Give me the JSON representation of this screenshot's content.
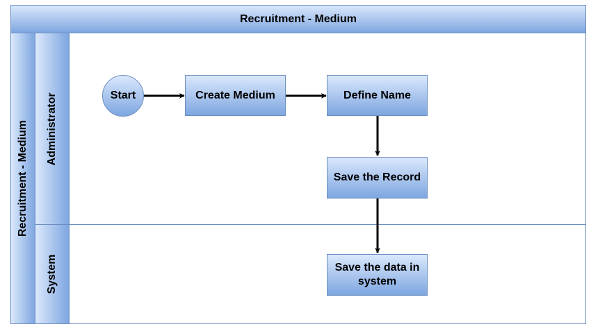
{
  "pool": {
    "header": "Recruitment - Medium",
    "side_label": "Recruitment - Medium"
  },
  "lanes": [
    {
      "label": "Administrator"
    },
    {
      "label": "System"
    }
  ],
  "nodes": {
    "start": "Start",
    "create_medium": "Create Medium",
    "define_name": "Define Name",
    "save_record": "Save the Record",
    "save_data": "Save the data in system"
  },
  "colors": {
    "fill_top": "#dae8fc",
    "fill_bottom": "#7ea6e0",
    "stroke": "#6c8ebf",
    "arrow": "#000000"
  }
}
